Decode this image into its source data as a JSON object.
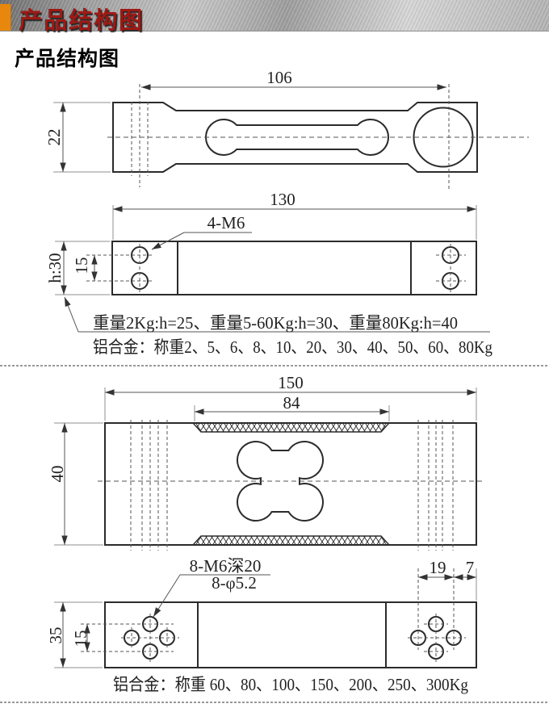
{
  "header": {
    "bar_title": "产品结构图"
  },
  "section": {
    "title": "产品结构图"
  },
  "colors": {
    "accent_orange": "#E8870E",
    "title_red": "#9E1A15",
    "line_dark": "#2b2b2b"
  },
  "drawing_small_top": {
    "dim_length": "106",
    "dim_width": "22"
  },
  "drawing_small_front": {
    "dim_length": "130",
    "label_holes": "4-M6",
    "dim_height": "h:30",
    "dim_hole_spacing": "15"
  },
  "drawing_small_notes": {
    "height_note": "重量2Kg:h=25、重量5-60Kg:h=30、重量80Kg:h=40",
    "material_note": "铝合金：称重2、5、6、8、10、20、30、40、50、60、80Kg"
  },
  "drawing_large_top": {
    "dim_length": "150",
    "dim_pocket": "84",
    "dim_width": "40"
  },
  "drawing_large_front": {
    "label_holes_line1": "8-M6深20",
    "label_holes_line2": "8-φ5.2",
    "dim_hole_offset": "19",
    "dim_edge": "7",
    "dim_height": "35",
    "dim_hole_spacing": "15"
  },
  "drawing_large_notes": {
    "material_note": "铝合金：称重 60、80、100、150、200、250、300Kg"
  }
}
